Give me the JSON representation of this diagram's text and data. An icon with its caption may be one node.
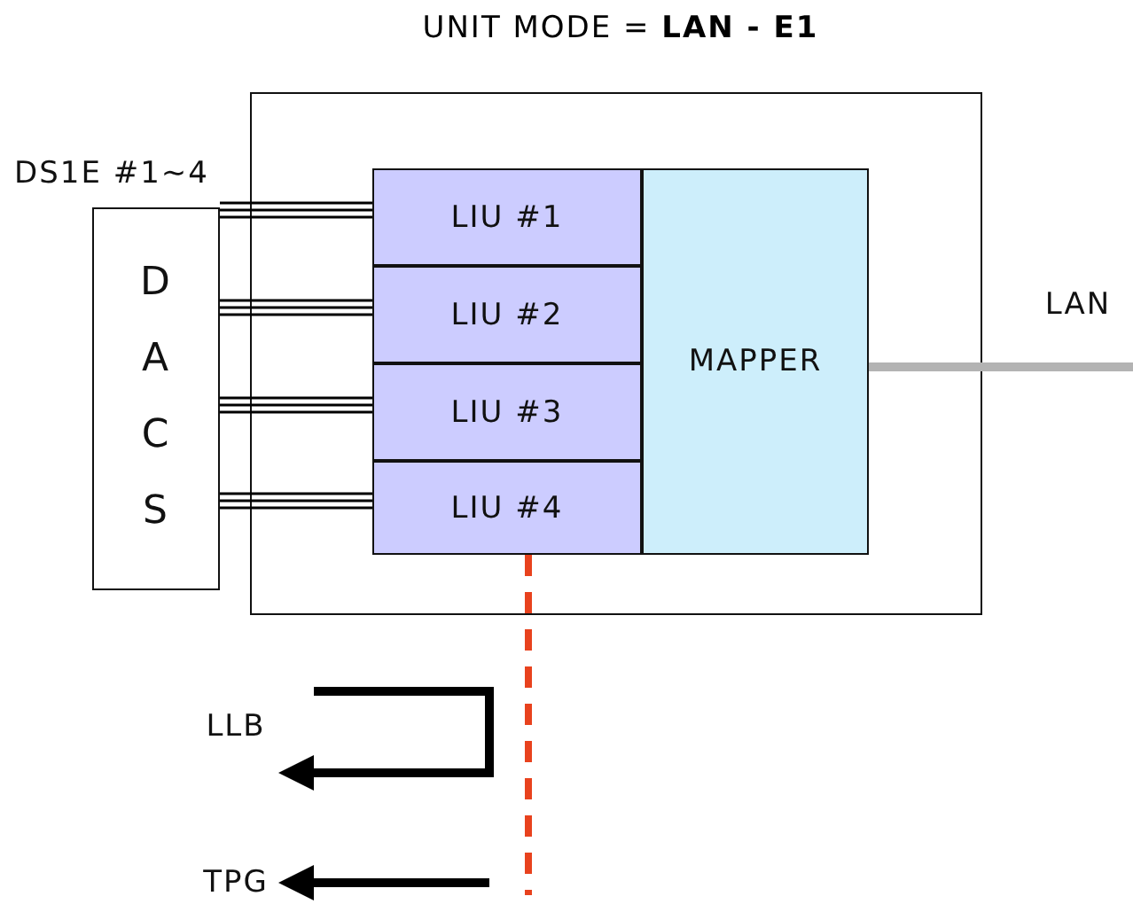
{
  "diagram": {
    "title": "UNIT MODE = **LAN - E1**",
    "nodes": [
      {
        "text": [],
        "shape": "box"
      },
      {
        "text": [
          "D A C S"
        ]
      },
      {
        "text": [
          "LIU #1"
        ],
        "in": 0
      },
      {
        "text": [
          "LIU #2"
        ],
        "in": 0
      },
      {
        "text": [
          "LIU #3"
        ],
        "in": 0
      },
      {
        "text": [
          "LIU #4"
        ],
        "in": 0
      },
      {
        "text": [
          "MAPPER"
        ],
        "in": 0
      },
      {
        "text": [
          "LAN"
        ]
      },
      {
        "text": [
          "LLB"
        ]
      },
      {
        "text": [
          "TPG"
        ]
      }
    ],
    "edges": [
      {
        "from": 1,
        "to": 2,
        "arrow": "none"
      },
      {
        "from": 1,
        "to": 3,
        "arrow": "none"
      },
      {
        "from": 1,
        "to": 4,
        "arrow": "none"
      },
      {
        "from": 1,
        "to": 5,
        "arrow": "none"
      },
      {
        "from": 6,
        "to": 7,
        "arrow": "none",
        "style": "thick",
        "color": "#b3b3b3"
      },
      {
        "from": 5,
        "to": null,
        "arrow": "none",
        "style": "dashed",
        "color": "#e8421e"
      },
      {
        "from": null,
        "to": 8,
        "arrow": "to",
        "style": "thick"
      },
      {
        "from": null,
        "to": 9,
        "arrow": "to",
        "style": "thick"
      }
    ],
    "labels": [
      "DS1E #1~4"
    ]
  }
}
